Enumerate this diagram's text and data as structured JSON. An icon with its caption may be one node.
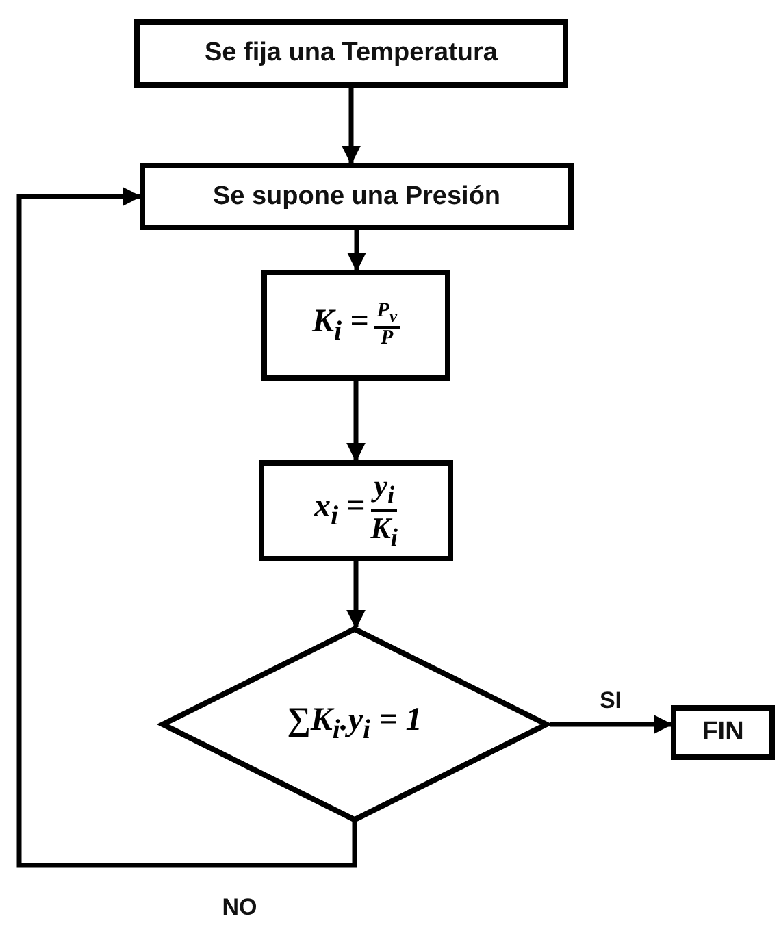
{
  "diagram": {
    "nodes": [
      {
        "text": [
          "Se fija una Temperatura"
        ]
      },
      {
        "text": [
          "Se supone una Presión"
        ]
      },
      {
        "text": [
          "K$_{i}$ =",
          "P$_{v}$",
          "P"
        ]
      },
      {
        "text": [
          "x$_{i}$ =",
          "y$_{i}$",
          "K$_{i}$"
        ]
      },
      {
        "text": [
          "∑K$_{i}$.y$_{i}$ = 1"
        ]
      },
      {
        "text": [
          "FIN"
        ]
      }
    ],
    "edges": [
      {
        "from": 0,
        "to": 1,
        "arrow": "to"
      },
      {
        "from": 1,
        "to": 2,
        "arrow": "to"
      },
      {
        "from": 2,
        "to": 3,
        "arrow": "to"
      },
      {
        "from": 3,
        "to": 4,
        "arrow": "to"
      },
      {
        "from": 4,
        "to": 5,
        "arrow": "to",
        "label": "SI"
      },
      {
        "from": 4,
        "to": 1,
        "arrow": "to",
        "label": "NO"
      }
    ]
  }
}
